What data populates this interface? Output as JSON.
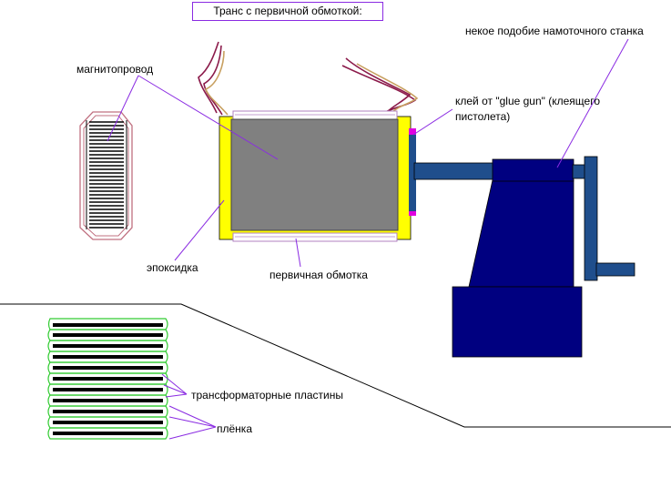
{
  "title": "Транс с первичной обмоткой:",
  "labels": {
    "magnetic_core": "магнитопровод",
    "winding_machine": "некое подобие намоточного станка",
    "glue": "клей от \"glue gun\" (клеящего",
    "glue_cont": "пистолета)",
    "epoxy": "эпоксидка",
    "primary_winding": "первичная обмотка",
    "transformer_plates": "трансформаторные пластины",
    "film": "плёнка"
  },
  "colors": {
    "core_gray": "#808080",
    "epoxy_yellow": "#ffff00",
    "machine_navy": "#000080",
    "shaft_blue": "#1f4e8c",
    "leader_purple": "#8a2be2",
    "film_green": "#33cc33",
    "glue_magenta": "#e000e0",
    "wire_maroon": "#8b1a4a",
    "wire_tan": "#c8a060"
  }
}
